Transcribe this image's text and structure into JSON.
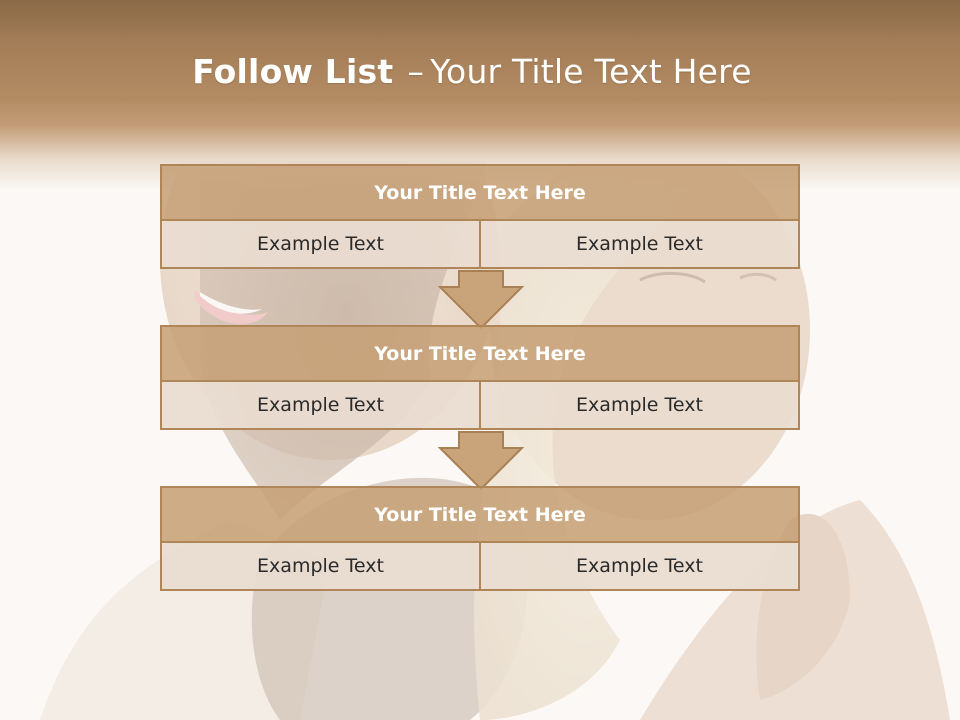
{
  "slide": {
    "title_bold": "Follow List",
    "title_dash": "–",
    "title_rest": "Your Title Text Here"
  },
  "blocks": [
    {
      "title": "Your Title Text Here",
      "cells": [
        "Example Text",
        "Example Text"
      ]
    },
    {
      "title": "Your Title Text Here",
      "cells": [
        "Example Text",
        "Example Text"
      ]
    },
    {
      "title": "Your Title Text Here",
      "cells": [
        "Example Text",
        "Example Text"
      ]
    }
  ],
  "colors": {
    "header_brown": "#a27c56",
    "block_title_fill": "#c6a076",
    "block_border": "#b08658",
    "cell_fill": "#e9dcd0",
    "arrow_fill": "#c9a37a"
  },
  "icons": [
    "down-arrow-icon",
    "down-arrow-icon"
  ]
}
